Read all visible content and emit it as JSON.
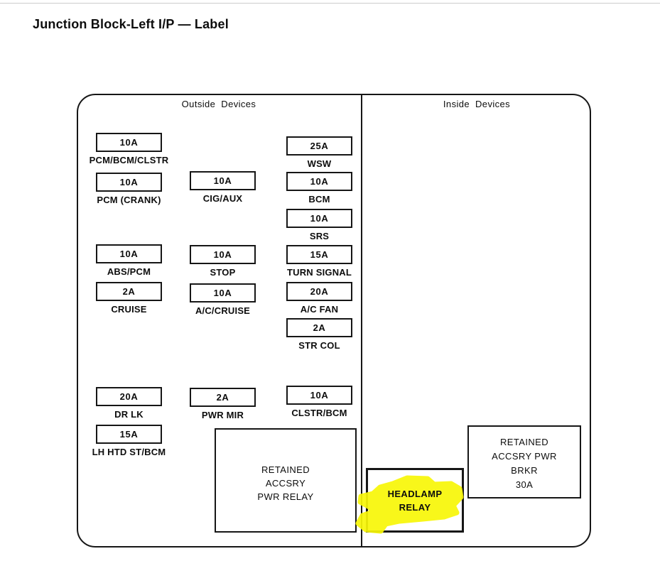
{
  "title": "Junction Block-Left I/P — Label",
  "panel": {
    "left_header": "Outside Devices",
    "right_header": "Inside Devices"
  },
  "fuses": {
    "col1": [
      {
        "amp": "10A",
        "label": "PCM/BCM/CLSTR"
      },
      {
        "amp": "10A",
        "label": "PCM (CRANK)"
      },
      {
        "amp": "10A",
        "label": "ABS/PCM"
      },
      {
        "amp": "2A",
        "label": "CRUISE"
      },
      {
        "amp": "20A",
        "label": "DR LK"
      },
      {
        "amp": "15A",
        "label": "LH HTD ST/BCM"
      }
    ],
    "col2": [
      {
        "amp": "10A",
        "label": "CIG/AUX"
      },
      {
        "amp": "10A",
        "label": "STOP"
      },
      {
        "amp": "10A",
        "label": "A/C/CRUISE"
      },
      {
        "amp": "2A",
        "label": "PWR MIR"
      }
    ],
    "col3": [
      {
        "amp": "25A",
        "label": "WSW"
      },
      {
        "amp": "10A",
        "label": "BCM"
      },
      {
        "amp": "10A",
        "label": "SRS"
      },
      {
        "amp": "15A",
        "label": "TURN SIGNAL"
      },
      {
        "amp": "20A",
        "label": "A/C FAN"
      },
      {
        "amp": "2A",
        "label": "STR COL"
      },
      {
        "amp": "10A",
        "label": "CLSTR/BCM"
      }
    ]
  },
  "boxes": {
    "rap_relay": {
      "lines": [
        "RETAINED",
        "ACCSRY",
        "PWR RELAY"
      ]
    },
    "headlamp_relay": {
      "lines": [
        "HEADLAMP",
        "RELAY"
      ],
      "highlighted": true
    },
    "rap_breaker": {
      "lines": [
        "RETAINED",
        "ACCSRY PWR",
        "BRKR",
        "30A"
      ]
    }
  },
  "colors": {
    "line": "#161616",
    "highlight": "#f8f707",
    "background": "#ffffff"
  }
}
